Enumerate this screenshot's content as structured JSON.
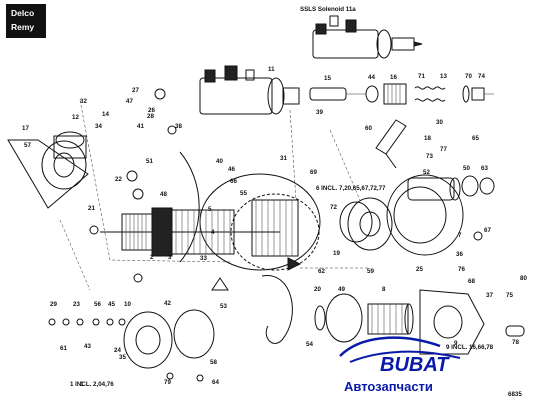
{
  "brand": {
    "line1": "Delco",
    "line2": "Remy"
  },
  "solenoid_title": "SSLS Solenoid 11a",
  "notes": {
    "note6": "6 INCL. 7,20,65,67,72,77",
    "note1": "1 INCL. 2,04,76",
    "note9": "9 INCL. 16,66,78",
    "plate": "6835"
  },
  "watermark": {
    "logo": "BUBAT",
    "text": "Автозапчасти",
    "color": "#0a1aa8"
  },
  "labels": [
    "11",
    "15",
    "44",
    "16",
    "71",
    "13",
    "70",
    "74",
    "32",
    "47",
    "27",
    "12",
    "34",
    "14",
    "17",
    "28",
    "41",
    "26",
    "38",
    "39",
    "30",
    "60",
    "18",
    "77",
    "65",
    "73",
    "52",
    "51",
    "40",
    "31",
    "69",
    "22",
    "46",
    "48",
    "55",
    "5",
    "66",
    "50",
    "63",
    "21",
    "4",
    "72",
    "59",
    "19",
    "67",
    "7",
    "2",
    "3",
    "33",
    "62",
    "25",
    "36",
    "76",
    "53",
    "68",
    "80",
    "29",
    "23",
    "56",
    "45",
    "42",
    "20",
    "49",
    "8",
    "37",
    "75",
    "10",
    "24",
    "43",
    "35",
    "64",
    "57",
    "9",
    "78",
    "79",
    "54",
    "58",
    "61",
    "1"
  ]
}
